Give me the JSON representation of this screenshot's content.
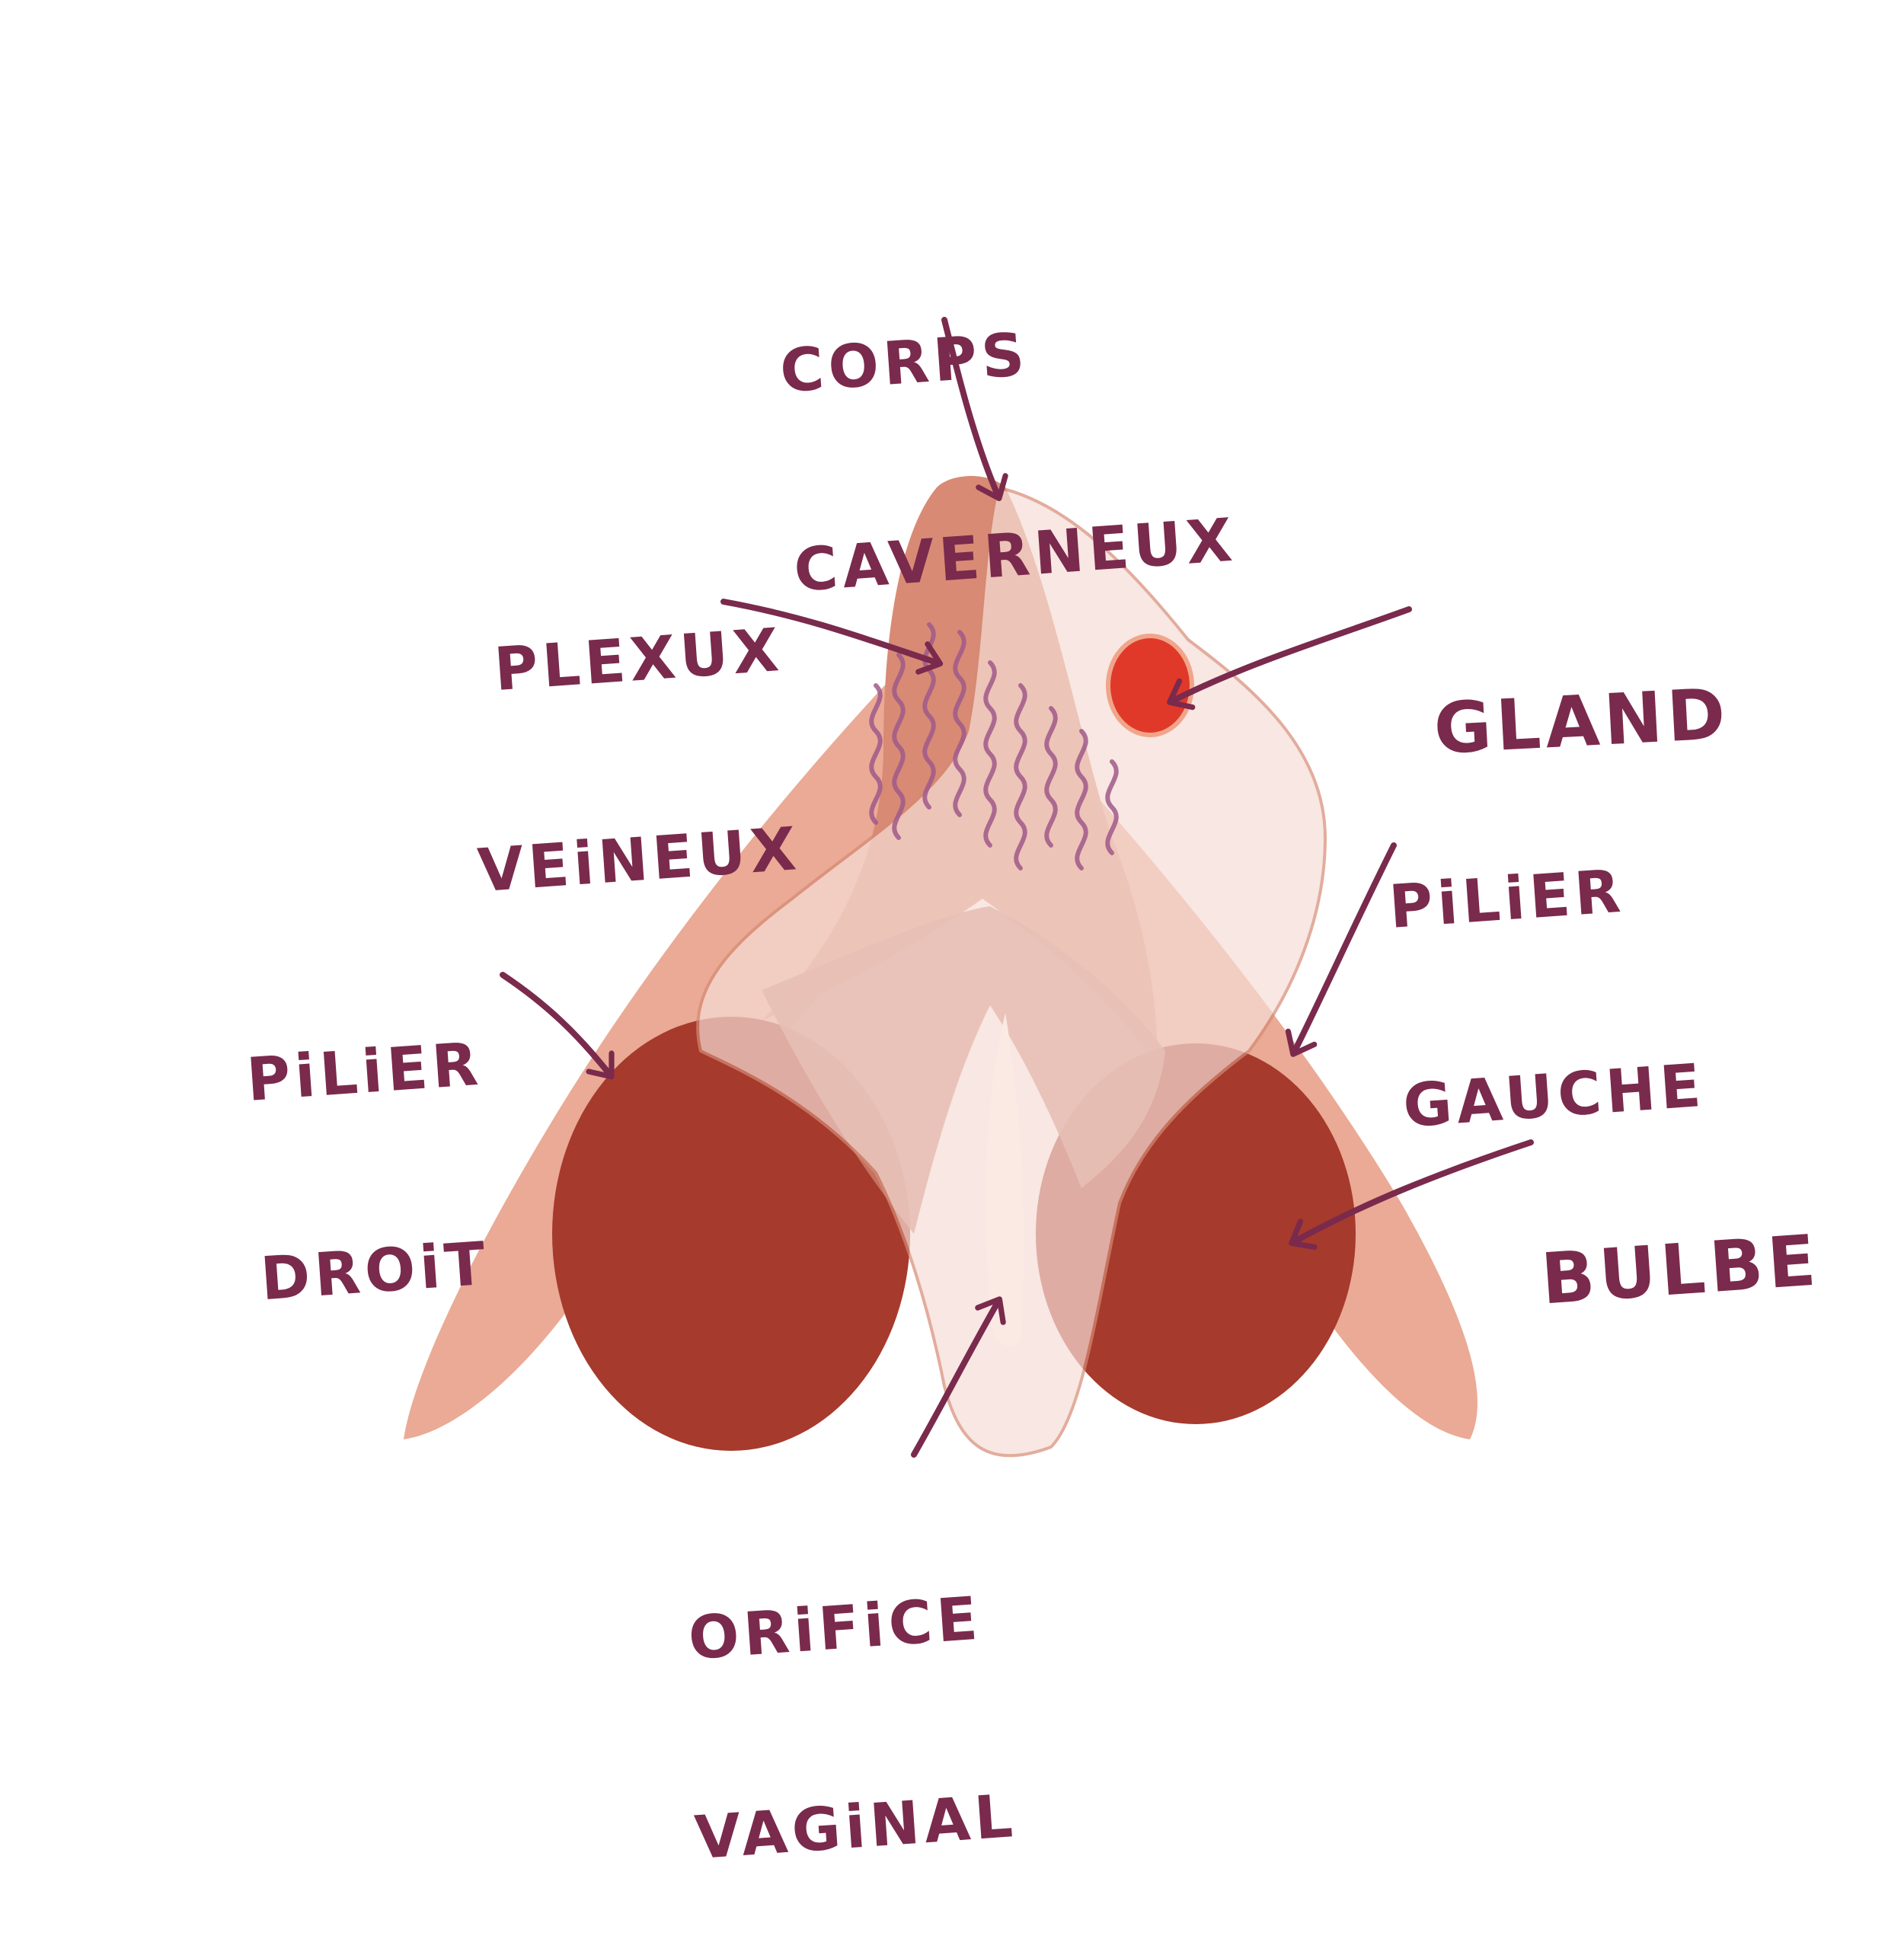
{
  "colors": {
    "background": "#ffffff",
    "label": "#7a2a4c",
    "tissue_light": "#e9a58f",
    "tissue_mid": "#c77a66",
    "tissue_pale": "#f6ddd6",
    "bulb": "#a63a2d",
    "gland": "#e0392a",
    "plexus": "#a05a8a"
  },
  "labels": {
    "corps_caverneux": [
      "CORPS",
      "CAVERNEUX"
    ],
    "plexux_veineux": [
      "PLEXUX",
      "VEiNEUX"
    ],
    "gland": [
      "GLAND"
    ],
    "pilier_gauche": [
      "PiLiER",
      "GAUCHE"
    ],
    "pilier_droit": [
      "PiLiER",
      "DROiT"
    ],
    "bulbe": [
      "BULBE"
    ],
    "orifice_vaginal": [
      "ORiFiCE",
      "VAGiNAL"
    ]
  },
  "icons": {
    "arrow": "arrow-icon"
  }
}
